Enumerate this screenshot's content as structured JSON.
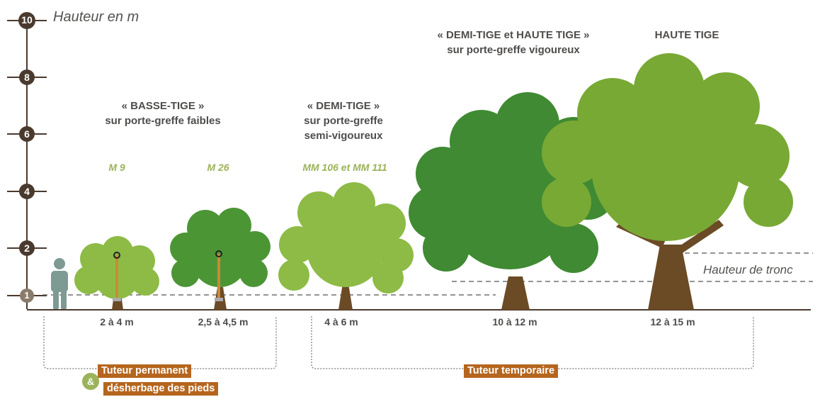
{
  "axis": {
    "title": "Hauteur en m",
    "ticks": [
      "10",
      "8",
      "6",
      "4",
      "2",
      "1"
    ]
  },
  "groups": {
    "basse_tige": {
      "title": "« BASSE-TIGE »",
      "subtitle": "sur porte-greffe faibles"
    },
    "demi_tige": {
      "title": "« DEMI-TIGE »",
      "subtitle_1": "sur porte-greffe",
      "subtitle_2": "semi-vigoureux"
    },
    "demi_haute": {
      "title": "« DEMI-TIGE et HAUTE TIGE »",
      "subtitle": "sur porte-greffe vigoureux"
    },
    "haute_tige": {
      "title": "HAUTE TIGE"
    }
  },
  "rootstocks": [
    "M 9",
    "M 26",
    "MM 106 et MM 111"
  ],
  "spreads": [
    "2 à 4 m",
    "2,5 à 4,5 m",
    "4 à 6 m",
    "10 à 12 m",
    "12 à 15 m"
  ],
  "trunk_height_label": "Hauteur de tronc",
  "brackets": {
    "left_line1": "Tuteur permanent",
    "left_amp": "&",
    "left_line2": "désherbage des pieds",
    "right": "Tuteur temporaire"
  },
  "colors": {
    "tree_light": "#8dbb46",
    "tree_mid": "#63a23c",
    "tree_dark": "#3f8a32",
    "tree_big": "#78a935",
    "trunk": "#6b4a26",
    "stake": "#c98a35",
    "label_green": "#9bb35a",
    "tag_orange": "#b5651d",
    "axis_badge": "#4a3a2e",
    "person": "#7d9a93"
  }
}
